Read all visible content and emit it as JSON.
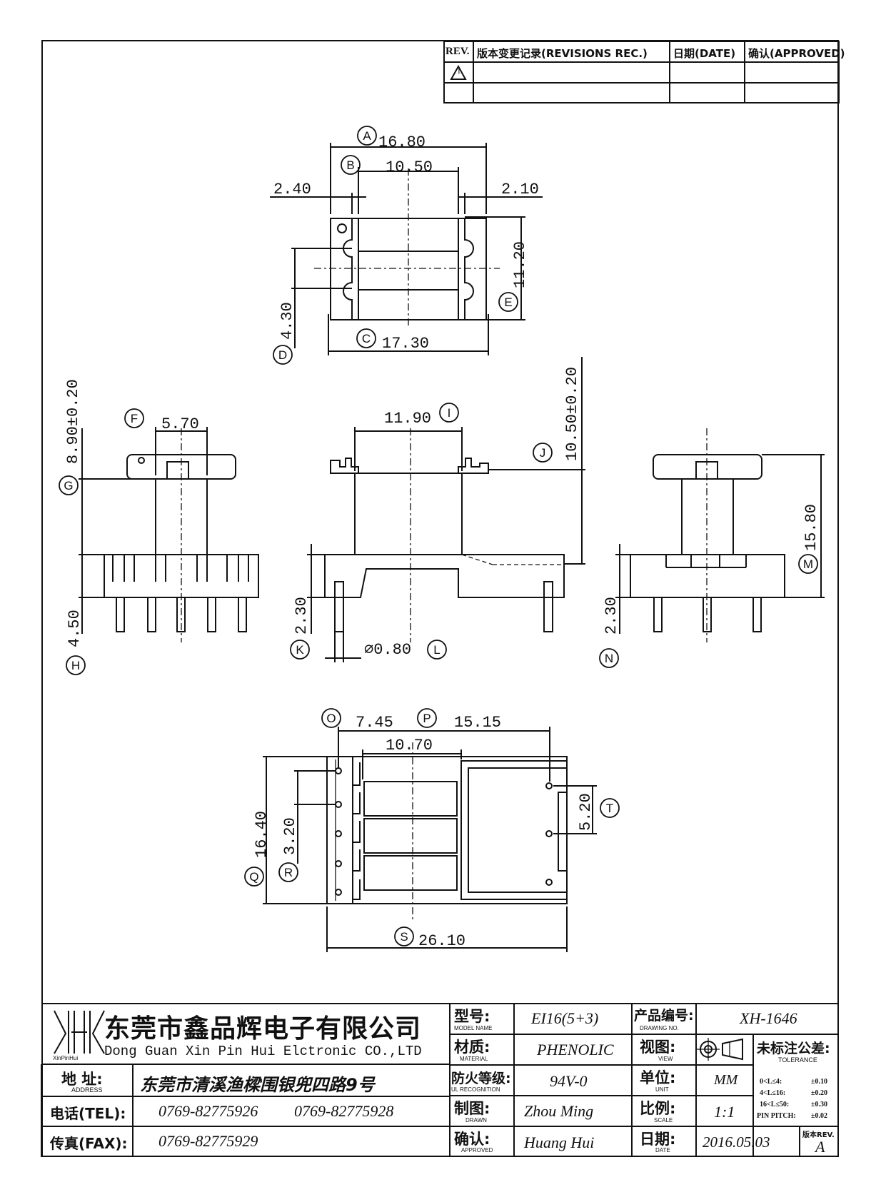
{
  "revision_block": {
    "headers": {
      "rev": "REV.",
      "record": "版本变更记录(REVISIONS REC.)",
      "date": "日期(DATE)",
      "approved": "确认(APPROVED)"
    },
    "rows": [
      {
        "rev": "1",
        "record": "",
        "date": "",
        "approved": ""
      }
    ]
  },
  "top_view": {
    "dims": {
      "A": "16.80",
      "B": "10.50",
      "left": "2.40",
      "right": "2.10",
      "E": "11.20",
      "D": "4.30",
      "C": "17.30"
    }
  },
  "left_view": {
    "dims": {
      "G": "8.90±0.20",
      "F": "5.70",
      "H": "4.50"
    }
  },
  "front_view": {
    "dims": {
      "I": "11.90",
      "J": "10.50±0.20",
      "K": "2.30",
      "L": "⌀0.80"
    }
  },
  "right_view": {
    "dims": {
      "M": "15.80",
      "N": "2.30"
    }
  },
  "bottom_view": {
    "dims": {
      "O": "7.45",
      "P": "15.15",
      "center": "10.70",
      "Q": "16.40",
      "R": "3.20",
      "T": "5.20",
      "S": "26.10"
    }
  },
  "title_block": {
    "company_cn": "东莞市鑫品辉电子有限公司",
    "company_en": "Dong Guan Xin Pin Hui Elctronic CO.,LTD",
    "logo_text": "XinPinHui",
    "address_label": "地  址:",
    "address_sub": "ADDRESS",
    "address": "东莞市清溪渔樑围银兜四路9号",
    "tel_label": "电话(TEL):",
    "tel1": "0769-82775926",
    "tel2": "0769-82775928",
    "fax_label": "传真(FAX):",
    "fax": "0769-82775929",
    "model_label": "型号:",
    "model_sub": "MODEL NAME",
    "model": "EI16(5+3)",
    "material_label": "材质:",
    "material_sub": "MATERIAL",
    "material": "PHENOLIC",
    "flame_label": "防火等级:",
    "flame_sub": "UL RECOGNITION",
    "flame": "94V-0",
    "drawn_label": "制图:",
    "drawn_sub": "DRAWN",
    "drawn": "Zhou Ming",
    "approved_label": "确认:",
    "approved_sub": "APPROVED",
    "approved": "Huang Hui",
    "drawing_no_label": "产品编号:",
    "drawing_no_sub": "DRAWING NO.",
    "drawing_no": "XH-1646",
    "view_label": "视图:",
    "view_sub": "VIEW",
    "unit_label": "单位:",
    "unit_sub": "UNIT",
    "unit": "MM",
    "scale_label": "比例:",
    "scale_sub": "SCALE",
    "scale": "1:1",
    "date_label": "日期:",
    "date_sub": "DATE",
    "date": "2016.05.03",
    "tolerance_label": "未标注公差:",
    "tolerance_sub": "TOLERANCE",
    "tolerances": [
      {
        "range": "0<L≤4:",
        "value": "±0.10"
      },
      {
        "range": "4<L≤16:",
        "value": "±0.20"
      },
      {
        "range": "16<L≤50:",
        "value": "±0.30"
      },
      {
        "range": "PIN PITCH:",
        "value": "±0.02"
      }
    ],
    "rev_label": "版本REV.",
    "rev": "A"
  }
}
